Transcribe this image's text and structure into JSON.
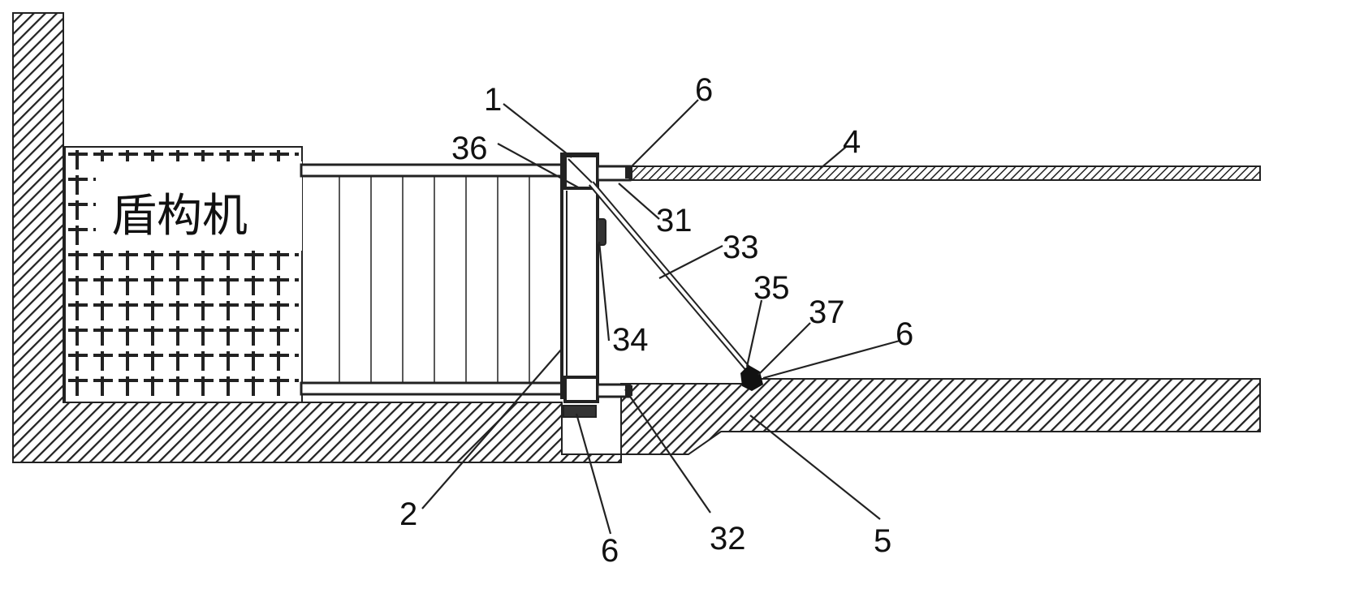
{
  "machine_label": "盾构机",
  "callouts": {
    "c1": "1",
    "c2": "2",
    "c4": "4",
    "c5": "5",
    "c6_top": "6",
    "c6_mid": "6",
    "c6_bottom": "6",
    "c31": "31",
    "c32": "32",
    "c33": "33",
    "c34": "34",
    "c35": "35",
    "c36": "36",
    "c37": "37"
  },
  "colors": {
    "line": "#222222",
    "fill": "#ffffff"
  }
}
